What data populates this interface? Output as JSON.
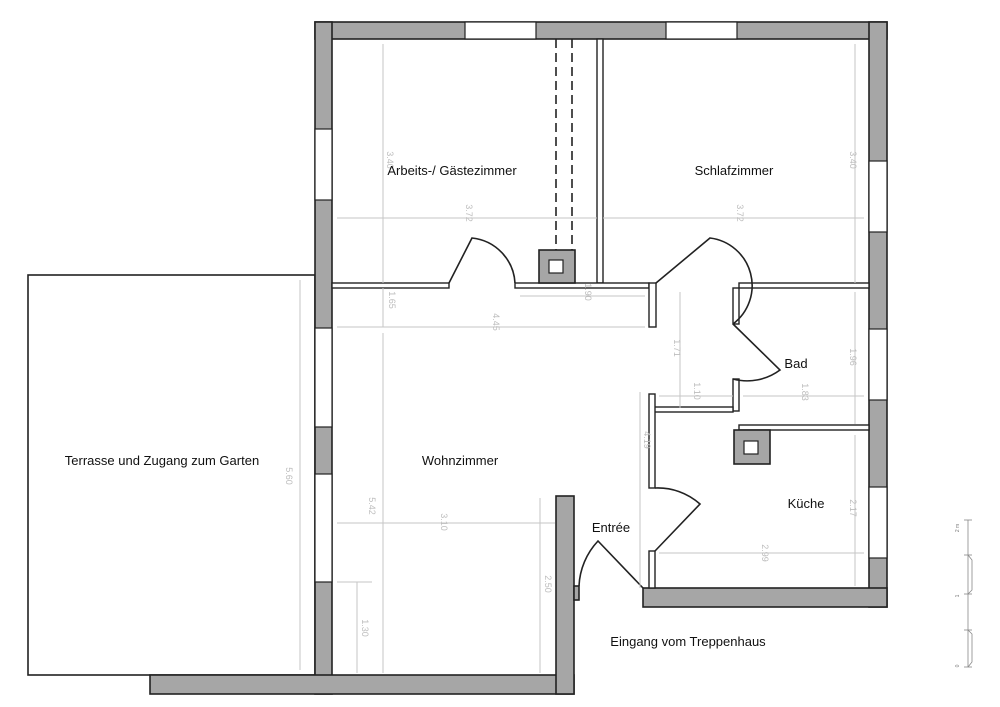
{
  "rooms": {
    "arbeitszimmer": "Arbeits-/ Gästezimmer",
    "schlafzimmer": "Schlafzimmer",
    "bad": "Bad",
    "wohnzimmer": "Wohnzimmer",
    "kueche": "Küche",
    "entree": "Entrée",
    "terrasse": "Terrasse und Zugang zum Garten",
    "eingang": "Eingang vom Treppenhaus"
  },
  "dimensions": {
    "arbeits_height": "3.40",
    "arbeits_width": "3.72",
    "schlaf_height": "3.40",
    "schlaf_width": "3.72",
    "flur_height": "1.65",
    "flur_width": "1.90",
    "wohn_width_top": "4.45",
    "corridor_1": "1.71",
    "corridor_2": "1.10",
    "corridor_3": "4.19",
    "bad_height": "1.96",
    "bad_width": "1.83",
    "terrasse_height": "5.60",
    "wohn_height": "5.42",
    "wohn_width": "3.10",
    "kueche_height": "2.17",
    "kueche_width": "2.99",
    "entree_height": "2.50",
    "window_height": "1.30"
  },
  "scale": {
    "label_top": "2 m",
    "label_mid": "1",
    "label_bottom": "0"
  }
}
